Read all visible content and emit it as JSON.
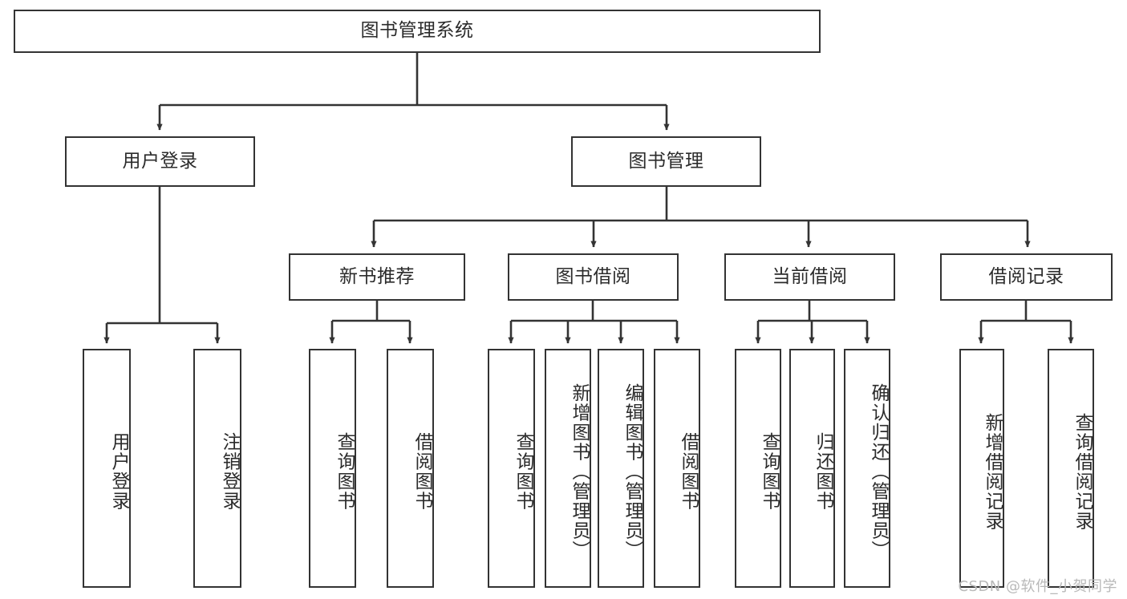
{
  "diagram": {
    "title": "图书管理系统",
    "type": "tree",
    "watermark": "CSDN @软件_小贺同学",
    "colors": {
      "stroke": "#333333",
      "text": "#2b2b2b",
      "background": "#ffffff",
      "watermark": "#b9b9b9"
    },
    "root": {
      "label": "图书管理系统"
    },
    "level2": [
      {
        "label": "用户登录"
      },
      {
        "label": "图书管理"
      }
    ],
    "level3": [
      {
        "label": "新书推荐"
      },
      {
        "label": "图书借阅"
      },
      {
        "label": "当前借阅"
      },
      {
        "label": "借阅记录"
      }
    ],
    "leaves": {
      "user_login": [
        {
          "label": "用户登录"
        },
        {
          "label": "注销登录"
        }
      ],
      "new_book_recommend": [
        {
          "label": "查询图书"
        },
        {
          "label": "借阅图书"
        }
      ],
      "book_borrow": [
        {
          "label": "查询图书"
        },
        {
          "label": "新增图书（管理员）"
        },
        {
          "label": "编辑图书（管理员）"
        },
        {
          "label": "借阅图书"
        }
      ],
      "current_borrow": [
        {
          "label": "查询图书"
        },
        {
          "label": "归还图书"
        },
        {
          "label": "确认归还（管理员）"
        }
      ],
      "borrow_record": [
        {
          "label": "新增借阅记录"
        },
        {
          "label": "查询借阅记录"
        }
      ]
    }
  }
}
